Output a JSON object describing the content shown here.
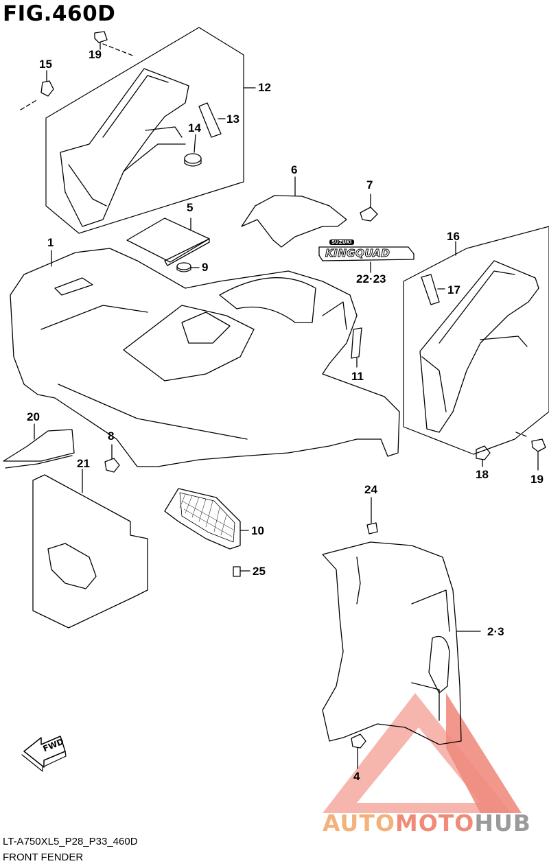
{
  "figure": {
    "title": "FIG.460D"
  },
  "footer": {
    "code": "LT-A750XL5_P28_P33_460D",
    "name": "FRONT FENDER"
  },
  "fwd_label": "FWD",
  "emblem": {
    "brand": "SUZUKI",
    "model": "KINGQUAD"
  },
  "watermark": {
    "part1": "AUTO",
    "part2": "MOTO",
    "part3": "HUB",
    "color1": "#f3b27c",
    "color2": "#ef8b78",
    "color3": "#9a9a9a"
  },
  "callouts": {
    "c1": "1",
    "c2_3": "2·3",
    "c4": "4",
    "c5": "5",
    "c6": "6",
    "c7": "7",
    "c8": "8",
    "c9": "9",
    "c10": "10",
    "c11": "11",
    "c12": "12",
    "c13": "13",
    "c14": "14",
    "c15": "15",
    "c16": "16",
    "c17": "17",
    "c18": "18",
    "c19a": "19",
    "c19b": "19",
    "c20": "20",
    "c21": "21",
    "c22_23": "22·23",
    "c24": "24",
    "c25": "25"
  }
}
